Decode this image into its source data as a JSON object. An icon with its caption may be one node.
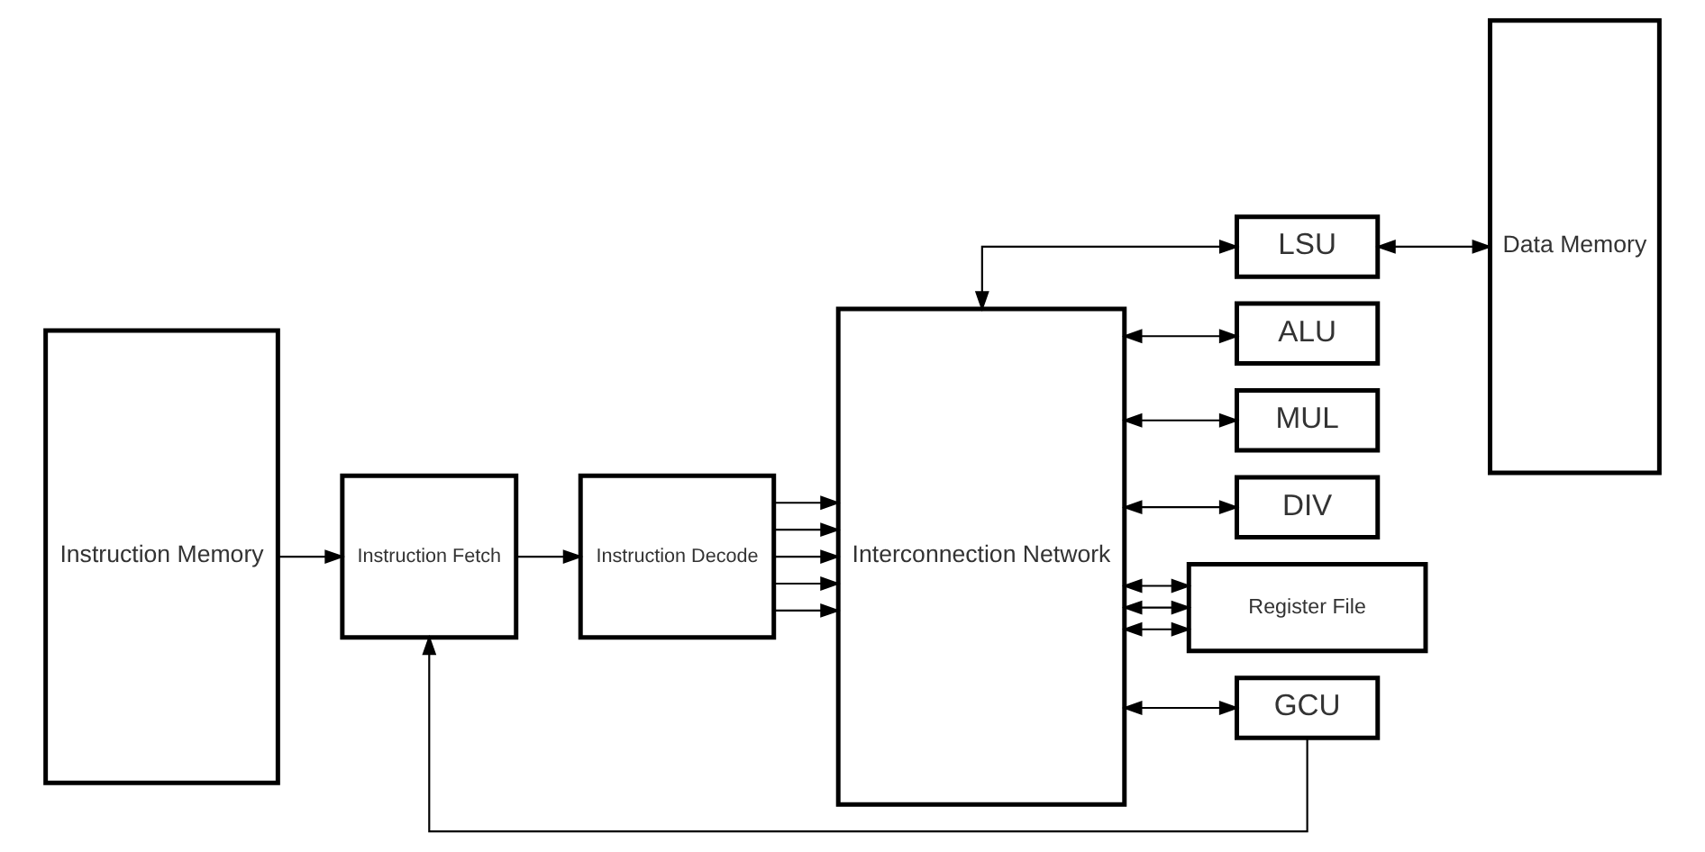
{
  "diagram": {
    "nodes": [
      {
        "text": [
          "Instruction Memory"
        ]
      },
      {
        "text": [
          "Instruction Fetch"
        ]
      },
      {
        "text": [
          "Instruction Decode"
        ]
      },
      {
        "text": [
          "Interconnection Network"
        ]
      },
      {
        "text": [
          "LSU"
        ]
      },
      {
        "text": [
          "ALU"
        ]
      },
      {
        "text": [
          "MUL"
        ]
      },
      {
        "text": [
          "DIV"
        ]
      },
      {
        "text": [
          "Register File"
        ]
      },
      {
        "text": [
          "GCU"
        ]
      },
      {
        "text": [
          "Data Memory"
        ]
      }
    ],
    "edges": [
      {
        "from": 0,
        "to": 1,
        "arrow": "to"
      },
      {
        "from": 1,
        "to": 2,
        "arrow": "to"
      },
      {
        "from": 2,
        "to": 3,
        "arrow": "to"
      },
      {
        "from": 2,
        "to": 3,
        "arrow": "to"
      },
      {
        "from": 2,
        "to": 3,
        "arrow": "to"
      },
      {
        "from": 2,
        "to": 3,
        "arrow": "to"
      },
      {
        "from": 2,
        "to": 3,
        "arrow": "to"
      },
      {
        "from": 3,
        "to": 4,
        "arrow": "both"
      },
      {
        "from": 3,
        "to": 5,
        "arrow": "both"
      },
      {
        "from": 3,
        "to": 6,
        "arrow": "both"
      },
      {
        "from": 3,
        "to": 7,
        "arrow": "both"
      },
      {
        "from": 3,
        "to": 8,
        "arrow": "both"
      },
      {
        "from": 3,
        "to": 8,
        "arrow": "both"
      },
      {
        "from": 3,
        "to": 8,
        "arrow": "both"
      },
      {
        "from": 3,
        "to": 9,
        "arrow": "both"
      },
      {
        "from": 4,
        "to": 10,
        "arrow": "both"
      },
      {
        "from": 9,
        "to": 1,
        "arrow": "to"
      }
    ]
  }
}
